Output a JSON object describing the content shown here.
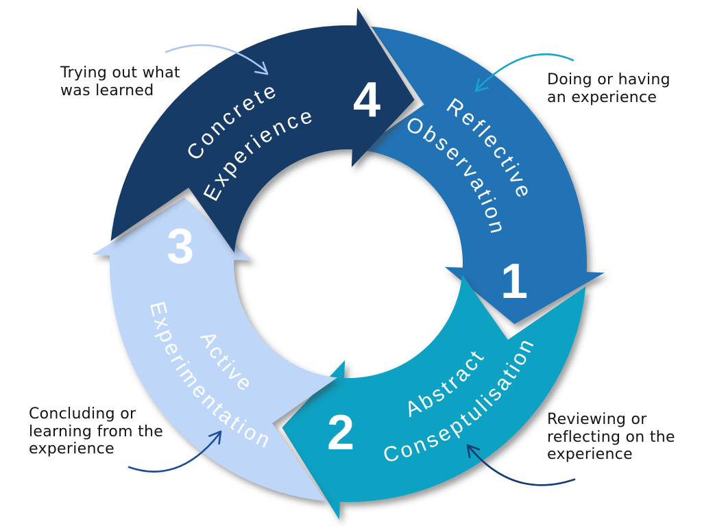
{
  "diagram": {
    "kind": "learning-cycle",
    "background": "#ffffff",
    "text_color": "#141414",
    "label_color": "#ffffff"
  },
  "stages": [
    {
      "number": "1",
      "label": [
        "Reflective",
        "Observation"
      ],
      "color": "#2273b6",
      "annotation": {
        "text": "Doing or having\nan experience",
        "arrow_color": "#18a3c8"
      }
    },
    {
      "number": "2",
      "label": [
        "Abstract",
        "Conseptulisation"
      ],
      "color": "#0ba1c4",
      "annotation": {
        "text": "Reviewing or\nreflecting on the\nexperience",
        "arrow_color": "#123a74"
      }
    },
    {
      "number": "3",
      "label": [
        "Active",
        "Experimentation"
      ],
      "color": "#bed6f8",
      "annotation": {
        "text": "Concluding or\nlearning from the\nexperience",
        "arrow_color": "#1c4b97"
      }
    },
    {
      "number": "4",
      "label": [
        "Concrete",
        "Experience"
      ],
      "color": "#153a66",
      "annotation": {
        "text": "Trying out what\nwas learned",
        "arrow_color": "#a9c7f1"
      }
    }
  ]
}
